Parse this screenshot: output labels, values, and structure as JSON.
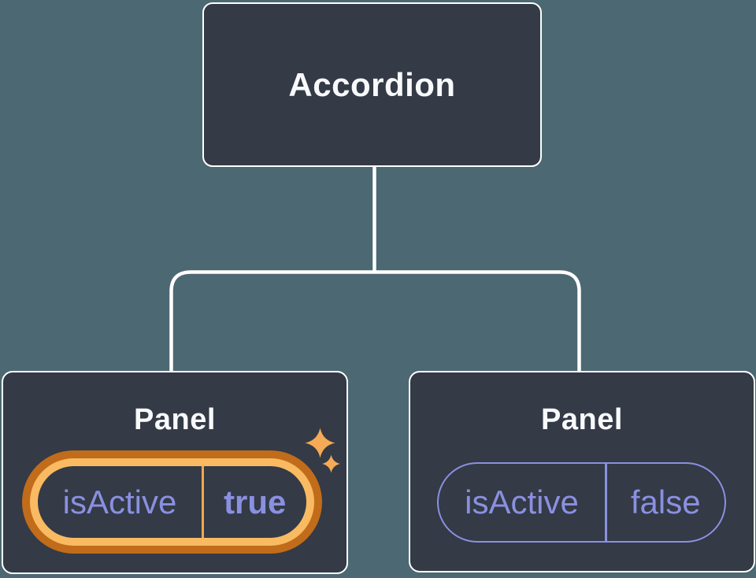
{
  "canvas": {
    "background_color": "#4C6872"
  },
  "root_node": {
    "label": "Accordion"
  },
  "panels": [
    {
      "label": "Panel",
      "state_key": "isActive",
      "state_value": "true",
      "highlighted": true,
      "badge_icon": "sparkles-icon"
    },
    {
      "label": "Panel",
      "state_key": "isActive",
      "state_value": "false",
      "highlighted": false
    }
  ],
  "colors": {
    "background": "#4C6872",
    "node_fill": "#343A46",
    "node_border": "#FFFFFF",
    "connector_line": "#FFFFFF",
    "label_text": "#F8F9FB",
    "state_purple": "#8A90E0",
    "highlight_ring_outer": "#C16C1A",
    "highlight_ring_inner": "#F9BA62",
    "highlight_divider": "#F2A64E",
    "sparkle": "#F5AB55"
  }
}
